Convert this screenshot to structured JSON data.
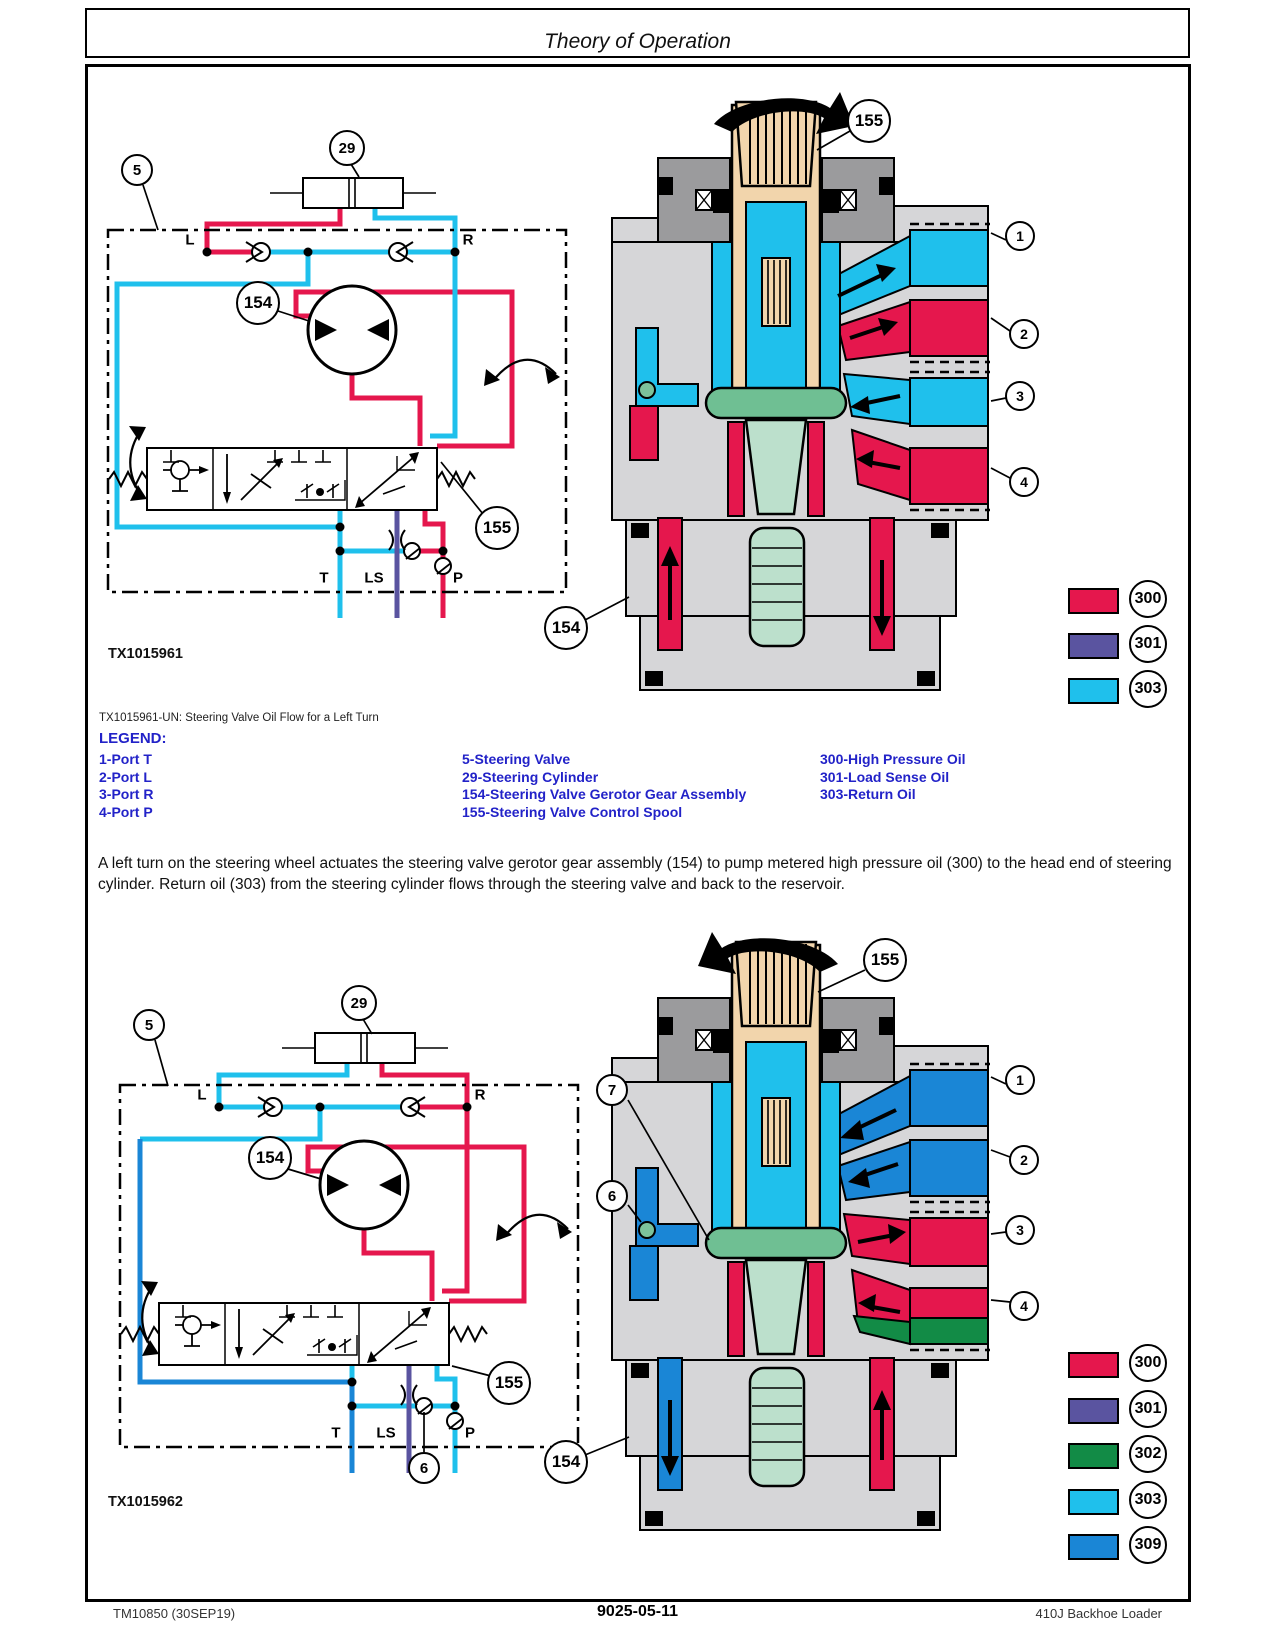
{
  "header": {
    "title": "Theory of Operation"
  },
  "figure1": {
    "id_label": "TX1015961",
    "caption": "TX1015961-UN: Steering Valve Oil Flow for a Left Turn",
    "schematic": {
      "c5": "5",
      "c29": "29",
      "c154": "154",
      "c155": "155",
      "ports": {
        "l": "L",
        "r": "R",
        "t": "T",
        "ls": "LS",
        "p": "P"
      }
    },
    "cross_section": {
      "c155": "155",
      "c1": "1",
      "c2": "2",
      "c3": "3",
      "c4": "4",
      "c154": "154"
    },
    "color_key": [
      {
        "label": "300",
        "color": "#e5174d"
      },
      {
        "label": "301",
        "color": "#5a54a0"
      },
      {
        "label": "303",
        "color": "#1fc0ec"
      }
    ]
  },
  "legend": {
    "heading": "LEGEND:",
    "col1": [
      "1-Port T",
      "2-Port L",
      "3-Port R",
      "4-Port P"
    ],
    "col2": [
      "5-Steering Valve",
      "29-Steering Cylinder",
      "154-Steering Valve Gerotor Gear Assembly",
      "155-Steering Valve Control Spool"
    ],
    "col3": [
      "300-High Pressure Oil",
      "301-Load Sense Oil",
      "303-Return Oil"
    ]
  },
  "paragraph": "A left turn on the steering wheel actuates the steering valve gerotor gear assembly (154) to pump metered high pressure oil (300) to the head end of steering cylinder. Return oil (303) from the steering cylinder flows through the steering valve and back to the reservoir.",
  "figure2": {
    "id_label": "TX1015962",
    "schematic": {
      "c5": "5",
      "c29": "29",
      "c154": "154",
      "c155": "155",
      "c6": "6",
      "ports": {
        "l": "L",
        "r": "R",
        "t": "T",
        "ls": "LS",
        "p": "P"
      }
    },
    "cross_section": {
      "c155": "155",
      "c7": "7",
      "c6": "6",
      "c1": "1",
      "c2": "2",
      "c3": "3",
      "c4": "4",
      "c154": "154"
    },
    "color_key": [
      {
        "label": "300",
        "color": "#e5174d"
      },
      {
        "label": "301",
        "color": "#5a54a0"
      },
      {
        "label": "302",
        "color": "#128b46"
      },
      {
        "label": "303",
        "color": "#1fc0ec"
      },
      {
        "label": "309",
        "color": "#1a86d6"
      }
    ]
  },
  "footer": {
    "left": "TM10850 (30SEP19)",
    "center": "9025-05-11",
    "right": "410J Backhoe Loader"
  }
}
